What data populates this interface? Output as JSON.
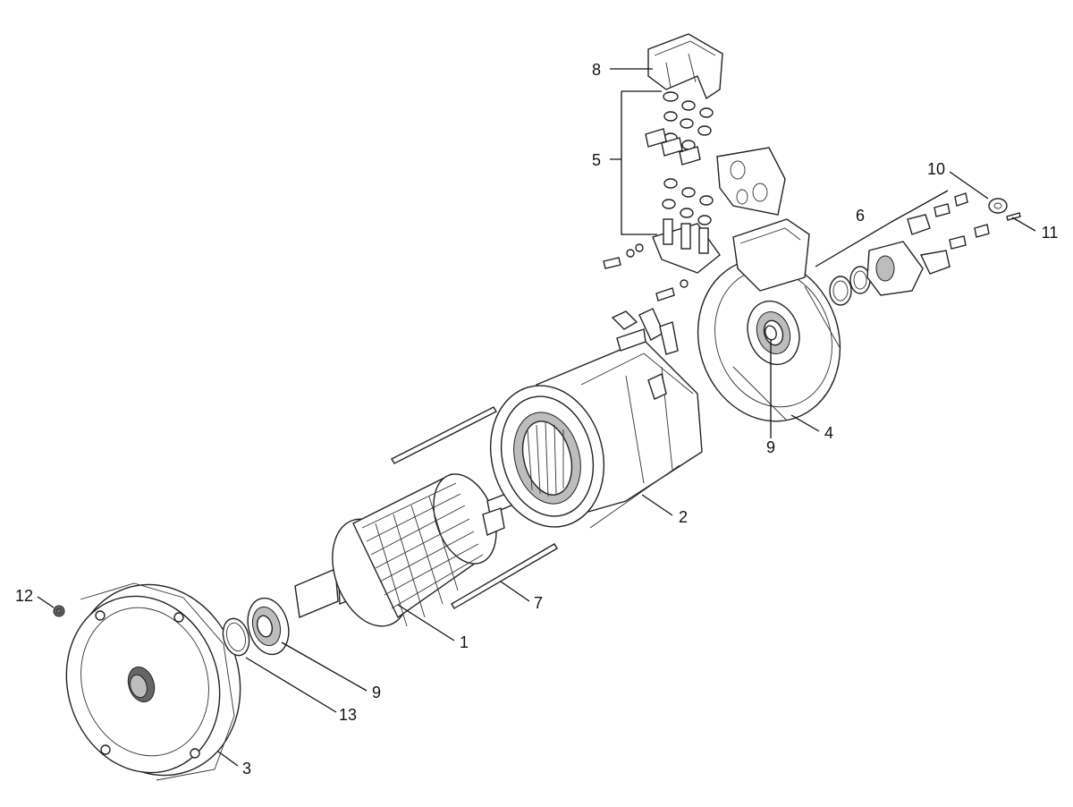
{
  "callouts": [
    {
      "id": "1",
      "text": "1"
    },
    {
      "id": "2",
      "text": "2"
    },
    {
      "id": "3",
      "text": "3"
    },
    {
      "id": "4",
      "text": "4"
    },
    {
      "id": "5",
      "text": "5"
    },
    {
      "id": "6",
      "text": "6"
    },
    {
      "id": "7",
      "text": "7"
    },
    {
      "id": "8",
      "text": "8"
    },
    {
      "id": "9a",
      "text": "9"
    },
    {
      "id": "9b",
      "text": "9"
    },
    {
      "id": "10",
      "text": "10"
    },
    {
      "id": "11",
      "text": "11"
    },
    {
      "id": "12",
      "text": "12"
    },
    {
      "id": "13",
      "text": "13"
    }
  ]
}
